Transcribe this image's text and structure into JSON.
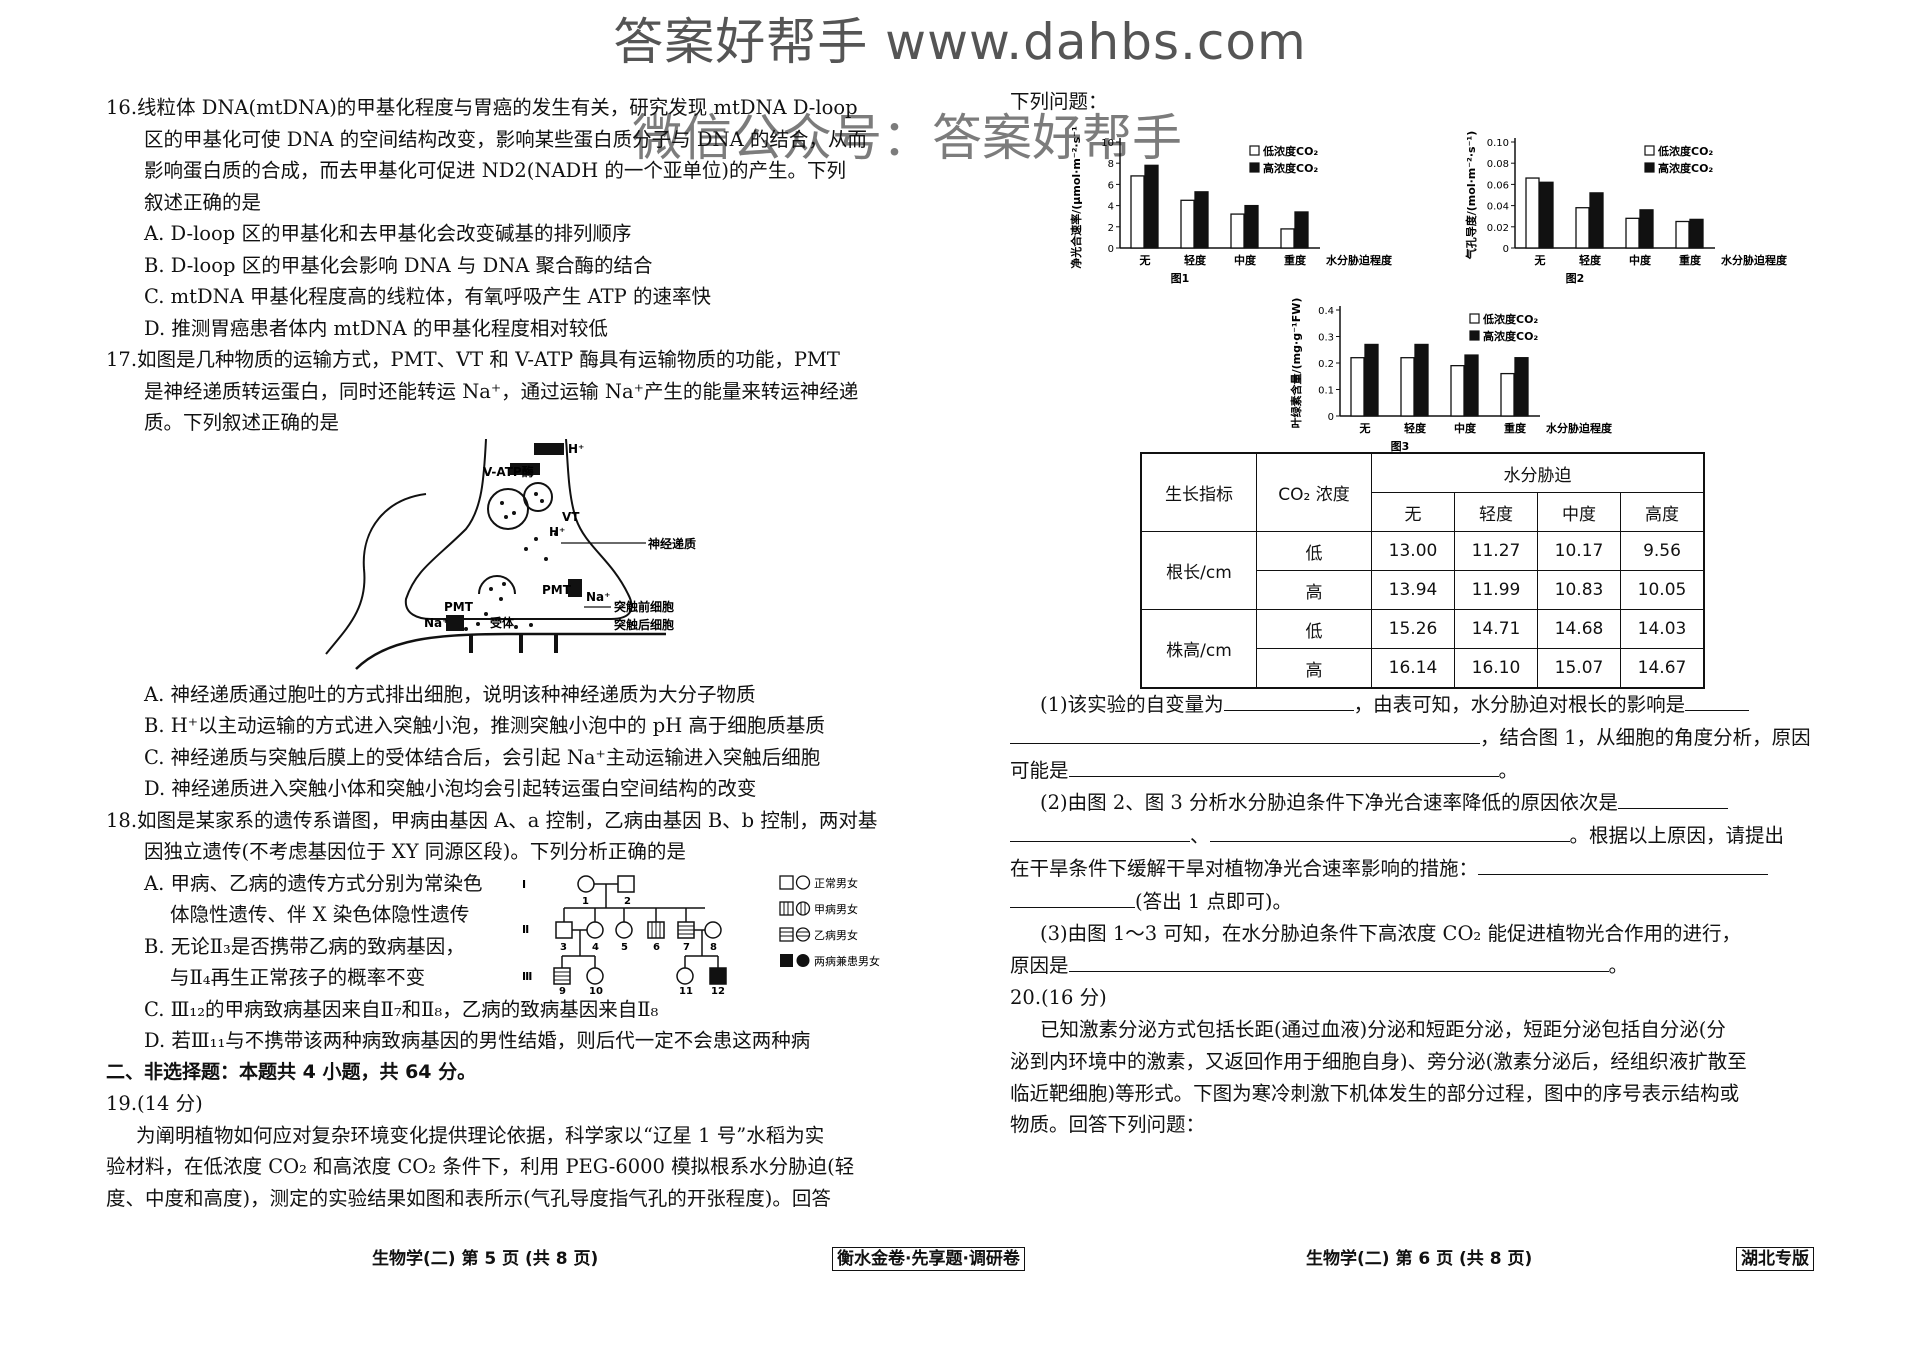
{
  "watermark": {
    "top": "答案好帮手  www.dahbs.com",
    "mid": "微信公众号：答案好帮手"
  },
  "left": {
    "q16": {
      "lines": [
        "16.线粒体 DNA(mtDNA)的甲基化程度与胃癌的发生有关，研究发现 mtDNA D-loop",
        "区的甲基化可使 DNA 的空间结构改变，影响某些蛋白质分子与 DNA 的结合，从而",
        "影响蛋白质的合成，而去甲基化可促进 ND2(NADH 的一个亚单位)的产生。下列",
        "叙述正确的是"
      ],
      "options": [
        "A. D-loop 区的甲基化和去甲基化会改变碱基的排列顺序",
        "B. D-loop 区的甲基化会影响 DNA 与 DNA 聚合酶的结合",
        "C. mtDNA 甲基化程度高的线粒体，有氧呼吸产生 ATP 的速率快",
        "D. 推测胃癌患者体内 mtDNA 的甲基化程度相对较低"
      ]
    },
    "q17": {
      "lines": [
        "17.如图是几种物质的运输方式，PMT、VT 和 V-ATP 酶具有运输物质的功能，PMT",
        "是神经递质转运蛋白，同时还能转运 Na⁺，通过运输 Na⁺产生的能量来转运神经递",
        "质。下列叙述正确的是"
      ],
      "figure_labels": {
        "hplus_top": "H⁺",
        "vatp": "V-ATP酶",
        "vt": "VT",
        "hplus2": "H⁺",
        "transmitter": "神经递质",
        "pmt1": "PMT",
        "pmt2": "PMT",
        "na1": "Na⁺",
        "na2": "Na⁺",
        "receptor": "受体",
        "pre": "突触前细胞",
        "post": "突触后细胞"
      },
      "options": [
        "A. 神经递质通过胞吐的方式排出细胞，说明该种神经递质为大分子物质",
        "B. H⁺以主动运输的方式进入突触小泡，推测突触小泡中的 pH 高于细胞质基质",
        "C. 神经递质与突触后膜上的受体结合后，会引起 Na⁺主动运输进入突触后细胞",
        "D. 神经递质进入突触小体和突触小泡均会引起转运蛋白空间结构的改变"
      ]
    },
    "q18": {
      "lines": [
        "18.如图是某家系的遗传系谱图，甲病由基因 A、a 控制，乙病由基因 B、b 控制，两对基",
        "因独立遗传(不考虑基因位于 XY 同源区段)。下列分析正确的是"
      ],
      "optA1": "A. 甲病、乙病的遗传方式分别为常染色",
      "optA2": "体隐性遗传、伴 X 染色体隐性遗传",
      "optB1": "B. 无论Ⅱ₃是否携带乙病的致病基因，",
      "optB2": "与Ⅱ₄再生正常孩子的概率不变",
      "optC": "C. Ⅲ₁₂的甲病致病基因来自Ⅱ₇和Ⅱ₈，乙病的致病基因来自Ⅱ₈",
      "optD": "D. 若Ⅲ₁₁与不携带该两种病致病基因的男性结婚，则后代一定不会患这两种病",
      "pedigree": {
        "gen": [
          "Ⅰ",
          "Ⅱ",
          "Ⅲ"
        ],
        "nums": [
          "1",
          "2",
          "3",
          "4",
          "5",
          "6",
          "7",
          "8",
          "9",
          "10",
          "11",
          "12"
        ],
        "legend": [
          "正常男女",
          "甲病男女",
          "乙病男女",
          "两病兼患男女"
        ]
      }
    },
    "sec2": "二、非选择题：本题共 4 小题，共 64 分。",
    "q19": {
      "head": "19.(14 分)",
      "lines": [
        "为阐明植物如何应对复杂环境变化提供理论依据，科学家以“辽星 1 号”水稻为实",
        "验材料，在低浓度 CO₂ 和高浓度 CO₂ 条件下，利用 PEG-6000 模拟根系水分胁迫(轻",
        "度、中度和高度)，测定的实验结果如图和表所示(气孔导度指气孔的开张程度)。回答"
      ]
    }
  },
  "right": {
    "intro": "下列问题：",
    "legend_low": "低浓度CO₂",
    "legend_high": "高浓度CO₂",
    "xaxis_label": "水分胁迫程度",
    "table": {
      "h_index": "生长指标",
      "h_co2": "CO₂ 浓度",
      "h_water": "水分胁迫",
      "levels": [
        "无",
        "轻度",
        "中度",
        "高度"
      ],
      "rows": [
        {
          "index": "根长/cm",
          "co2": "低",
          "vals": [
            "13.00",
            "11.27",
            "10.17",
            "9.56"
          ]
        },
        {
          "index": "",
          "co2": "高",
          "vals": [
            "13.94",
            "11.99",
            "10.83",
            "10.05"
          ]
        },
        {
          "index": "株高/cm",
          "co2": "低",
          "vals": [
            "15.26",
            "14.71",
            "14.68",
            "14.03"
          ]
        },
        {
          "index": "",
          "co2": "高",
          "vals": [
            "16.14",
            "16.10",
            "15.07",
            "14.67"
          ]
        }
      ]
    },
    "q1": {
      "a": "(1)该实验的自变量为",
      "b": "，由表可知，水分胁迫对根长的影响是",
      "c": "，结合图 1，从细胞的角度分析，原因",
      "d": "可能是",
      "e": "。"
    },
    "q2": {
      "a": "(2)由图 2、图 3 分析水分胁迫条件下净光合速率降低的原因依次是",
      "b": "、",
      "c": "。根据以上原因，请提出",
      "d": "在干旱条件下缓解干旱对植物净光合速率影响的措施：",
      "e": "(答出 1 点即可)。"
    },
    "q3": {
      "a": "(3)由图 1～3 可知，在水分胁迫条件下高浓度 CO₂ 能促进植物光合作用的进行，",
      "b": "原因是",
      "c": "。"
    },
    "q20": {
      "head": "20.(16 分)",
      "lines": [
        "已知激素分泌方式包括长距(通过血液)分泌和短距分泌，短距分泌包括自分泌(分",
        "泌到内环境中的激素，又返回作用于细胞自身)、旁分泌(激素分泌后，经组织液扩散至",
        "临近靶细胞)等形式。下图为寒冷刺激下机体发生的部分过程，图中的序号表示结构或",
        "物质。回答下列问题："
      ]
    }
  },
  "chart_data": [
    {
      "type": "bar",
      "title": "图1",
      "ylabel": "净光合速率/(μmol·m⁻²·s⁻¹)",
      "xlabel": "水分胁迫程度",
      "categories": [
        "无",
        "轻度",
        "中度",
        "重度"
      ],
      "ylim": [
        0,
        10
      ],
      "yticks": [
        "0",
        "2",
        "4",
        "6",
        "8",
        "10"
      ],
      "legend": "top-right",
      "series": [
        {
          "name": "低浓度CO₂",
          "values": [
            6.8,
            4.5,
            3.2,
            1.8
          ],
          "color": "#ffffff"
        },
        {
          "name": "高浓度CO₂",
          "values": [
            7.8,
            5.3,
            4.0,
            3.4
          ],
          "color": "#111111"
        }
      ]
    },
    {
      "type": "bar",
      "title": "图2",
      "ylabel": "气孔导度/(mol·m⁻²·s⁻¹)",
      "xlabel": "水分胁迫程度",
      "categories": [
        "无",
        "轻度",
        "中度",
        "重度"
      ],
      "ylim": [
        0,
        0.1
      ],
      "yticks": [
        "0",
        "0.02",
        "0.04",
        "0.06",
        "0.08",
        "0.10"
      ],
      "legend": "top-right",
      "series": [
        {
          "name": "低浓度CO₂",
          "values": [
            0.066,
            0.038,
            0.028,
            0.025
          ],
          "color": "#ffffff"
        },
        {
          "name": "高浓度CO₂",
          "values": [
            0.062,
            0.052,
            0.036,
            0.027
          ],
          "color": "#111111"
        }
      ]
    },
    {
      "type": "bar",
      "title": "图3",
      "ylabel": "叶绿素含量/(mg·g⁻¹FW)",
      "xlabel": "水分胁迫程度",
      "categories": [
        "无",
        "轻度",
        "中度",
        "重度"
      ],
      "ylim": [
        0,
        0.4
      ],
      "yticks": [
        "0",
        "0.1",
        "0.2",
        "0.3",
        "0.4"
      ],
      "legend": "top-right",
      "series": [
        {
          "name": "低浓度CO₂",
          "values": [
            0.22,
            0.22,
            0.19,
            0.16
          ],
          "color": "#ffffff"
        },
        {
          "name": "高浓度CO₂",
          "values": [
            0.27,
            0.27,
            0.23,
            0.22
          ],
          "color": "#111111"
        }
      ]
    }
  ],
  "footer": {
    "left": "生物学(二) 第 5 页 (共 8 页)",
    "center": "衡水金卷·先享题·调研卷",
    "right": "生物学(二) 第 6 页 (共 8 页)",
    "edition": "湖北专版"
  }
}
